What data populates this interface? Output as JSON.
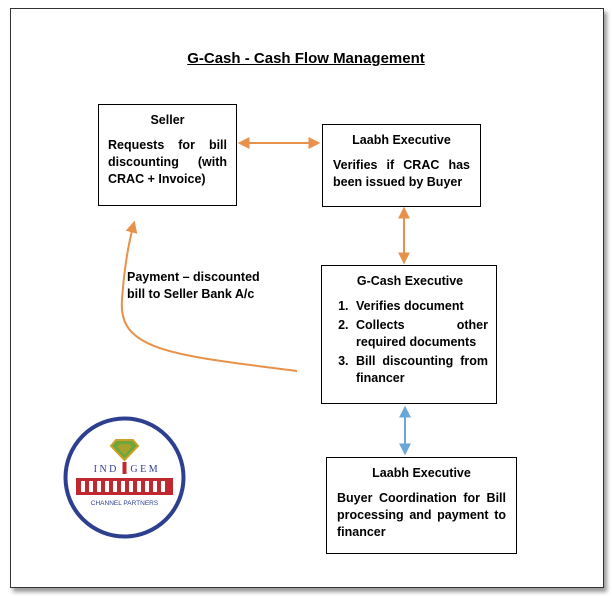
{
  "title": "G-Cash - Cash Flow Management",
  "boxes": {
    "seller": {
      "head": "Seller",
      "body": "Requests for bill discounting (with CRAC + Invoice)"
    },
    "laabh_top": {
      "head": "Laabh Executive",
      "body": "Verifies if CRAC has been issued by Buyer"
    },
    "gcash": {
      "head": "G-Cash Executive",
      "items": [
        "Verifies document",
        "Collects other required documents",
        "Bill discounting from financer"
      ]
    },
    "laabh_bottom": {
      "head": "Laabh Executive",
      "body": "Buyer Coordination for Bill processing and payment to financer"
    }
  },
  "payment_note": "Payment – discounted bill to Seller Bank A/c",
  "logo": {
    "text_left": "I N D",
    "text_right": "G E M",
    "subtitle": "CHANNEL PARTNERS"
  },
  "colors": {
    "orange_arrow": "#e8914a",
    "blue_arrow": "#6aa6d6",
    "logo_ring": "#2e3f8f",
    "logo_red": "#c0282d",
    "logo_green": "#6fa63b",
    "logo_gold": "#c9a227"
  }
}
